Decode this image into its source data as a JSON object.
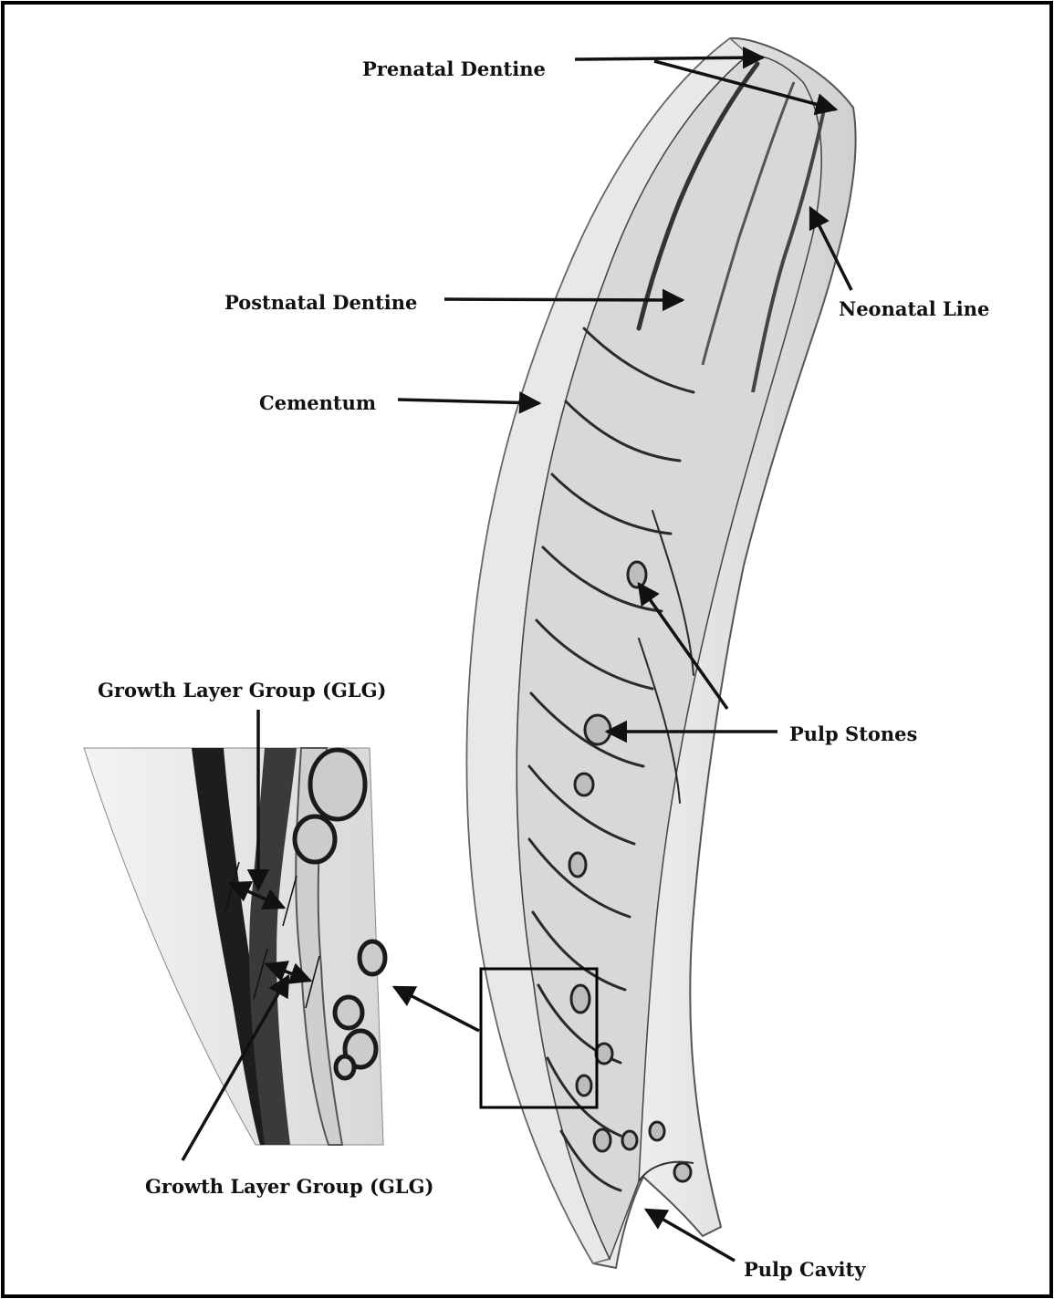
{
  "labels": {
    "prenatal_dentine": "Prenatal Dentine",
    "postnatal_dentine": "Postnatal Dentine",
    "neonatal_line": "Neonatal Line",
    "cementum": "Cementum",
    "pulp_stones": "Pulp Stones",
    "glg_top": "Growth Layer Group (GLG)",
    "glg_bottom": "Growth Layer Group (GLG)",
    "pulp_cavity": "Pulp Cavity"
  },
  "colors": {
    "ink": "#111111",
    "tissue_light": "#e4e4e4",
    "tissue_mid": "#c9c9c9",
    "tissue_dark": "#2a2a2a"
  }
}
